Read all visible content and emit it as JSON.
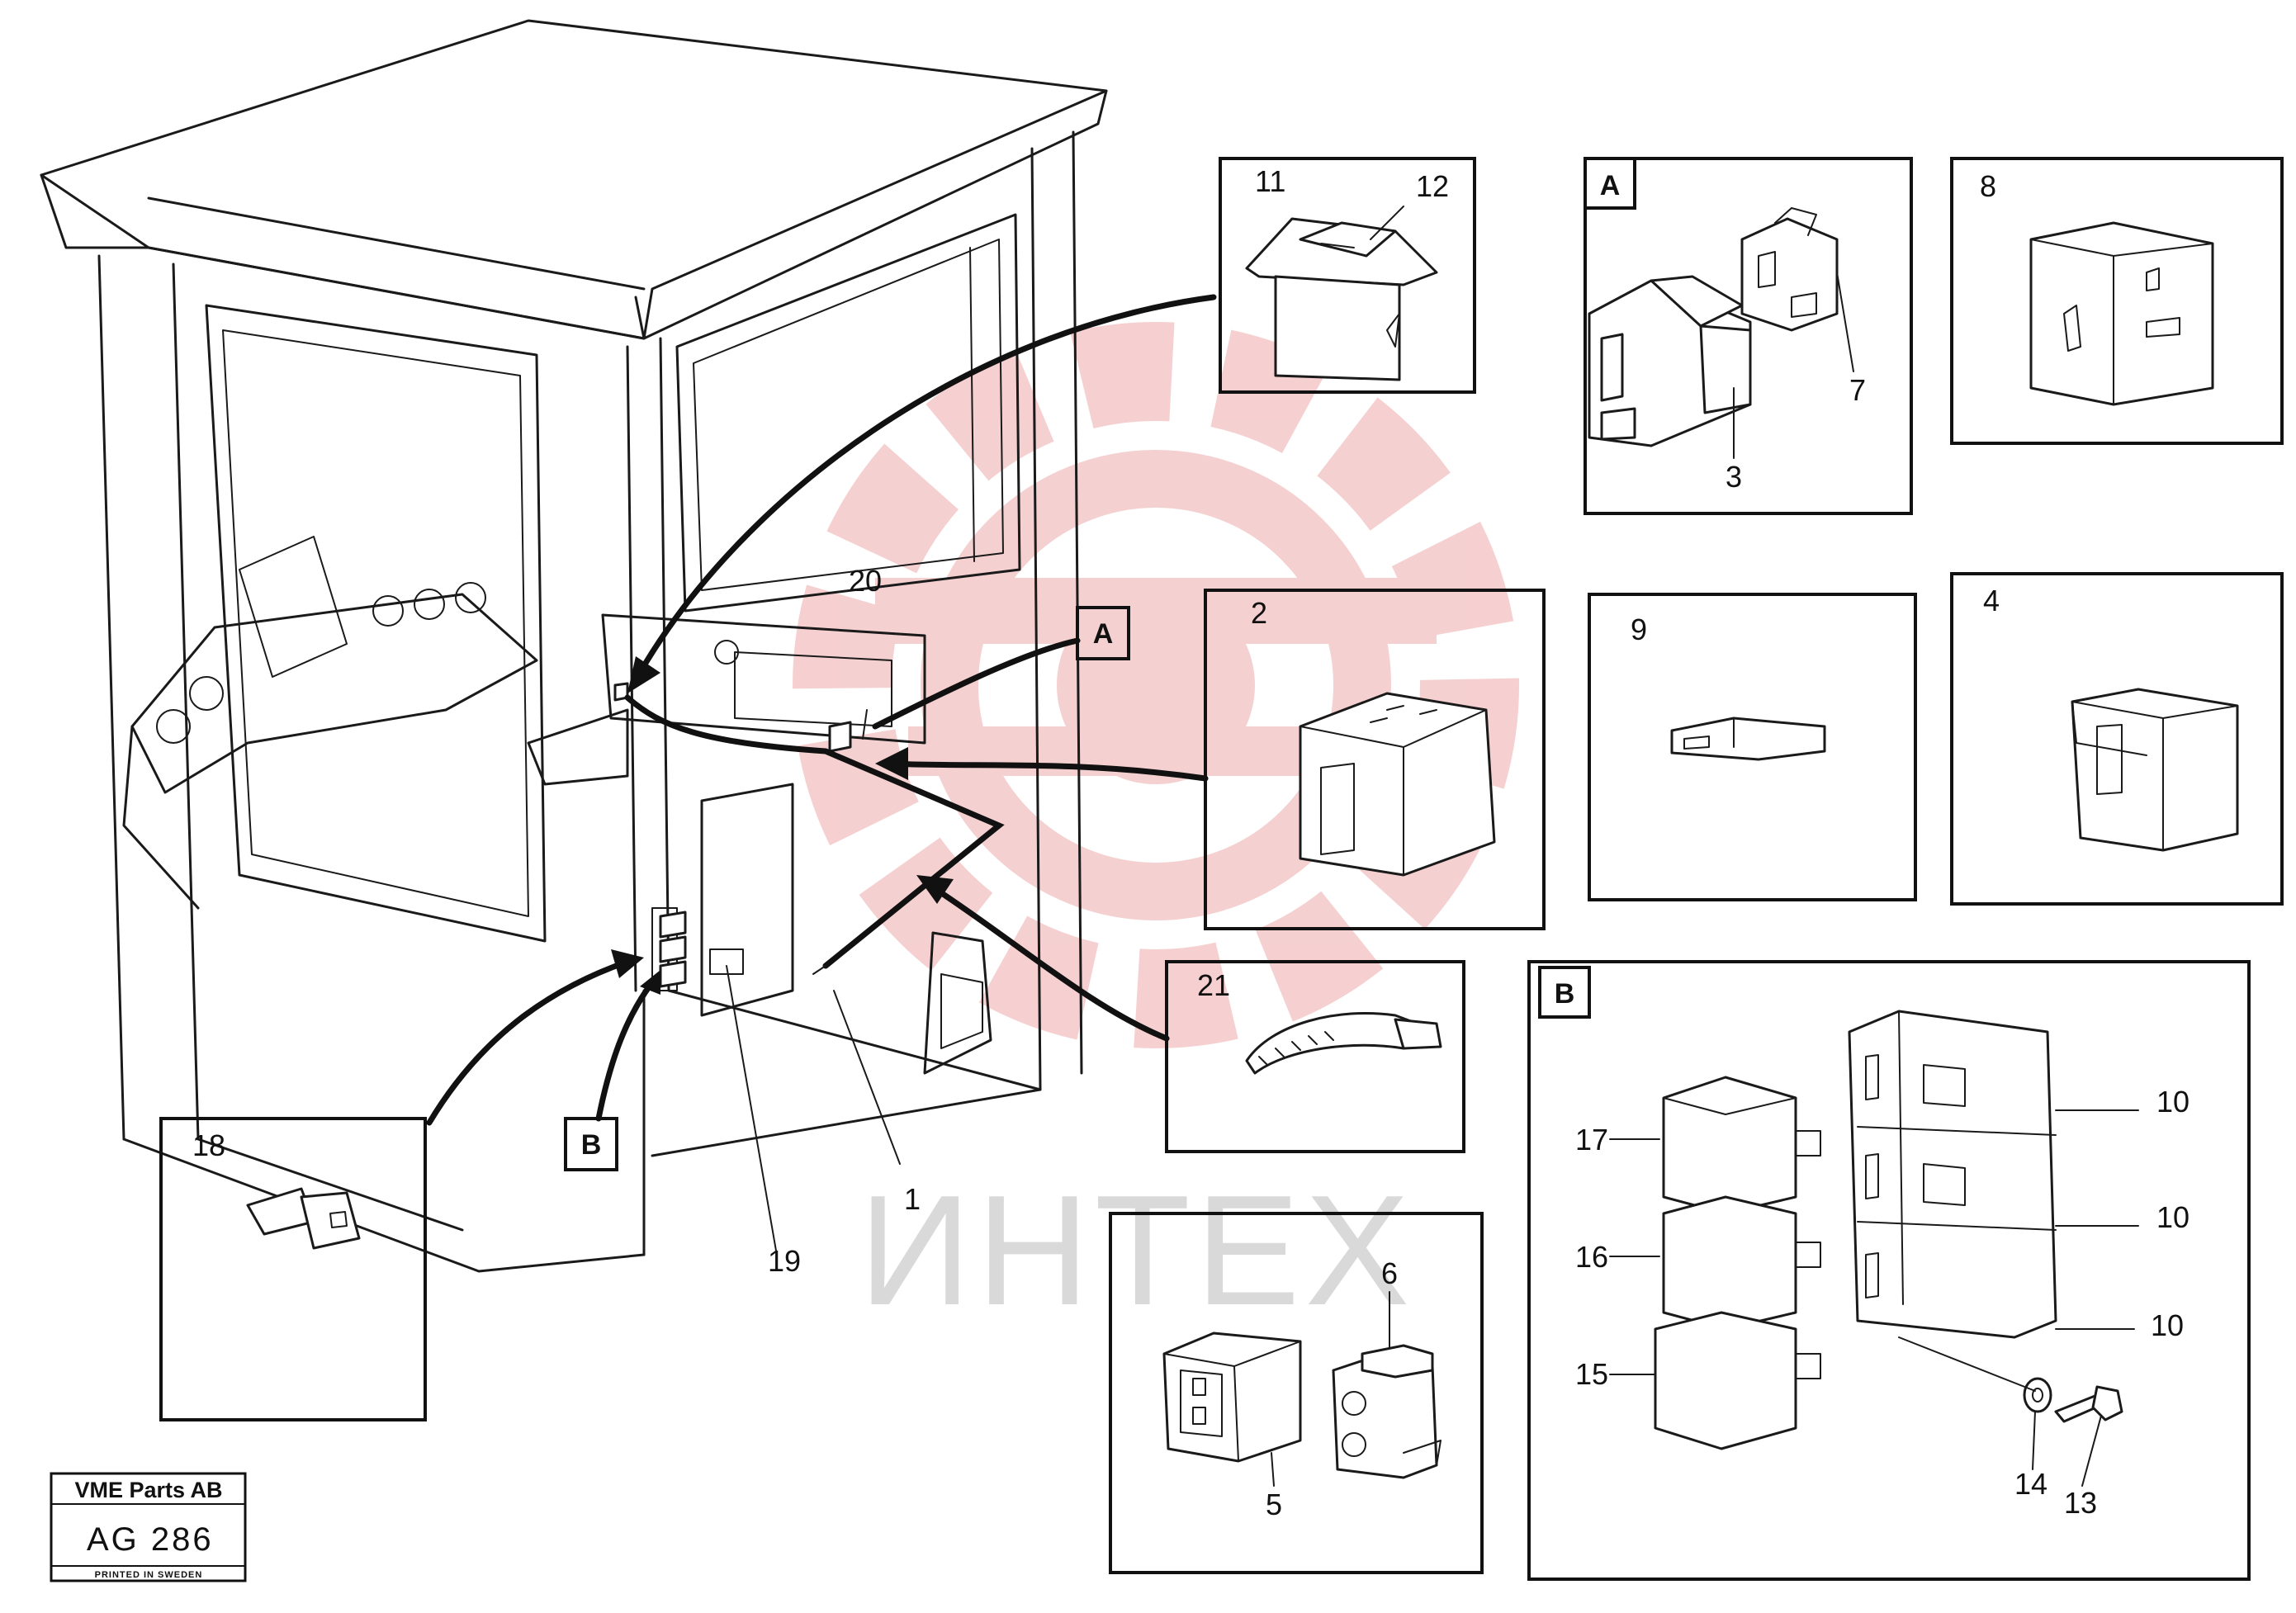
{
  "watermark": {
    "text": "ИНТЕХ",
    "color": "#f4c8c8",
    "text_color": "#d9d9d9"
  },
  "title_block": {
    "company": "VME Parts AB",
    "code": "AG  286",
    "printed": "PRINTED IN SWEDEN"
  },
  "callouts": {
    "A": "A",
    "B": "B",
    "n1": "1",
    "n2": "2",
    "n3": "3",
    "n4": "4",
    "n5": "5",
    "n6": "6",
    "n7": "7",
    "n8": "8",
    "n9": "9",
    "n10a": "10",
    "n10b": "10",
    "n10c": "10",
    "n11": "11",
    "n12": "12",
    "n13": "13",
    "n14": "14",
    "n15": "15",
    "n16": "16",
    "n17": "17",
    "n18": "18",
    "n19": "19",
    "n20": "20",
    "n21": "21"
  },
  "icons": [
    "cab-outline",
    "rocker-switch",
    "connector",
    "relay",
    "cable-tie",
    "relay-holder",
    "bolt",
    "washer"
  ]
}
